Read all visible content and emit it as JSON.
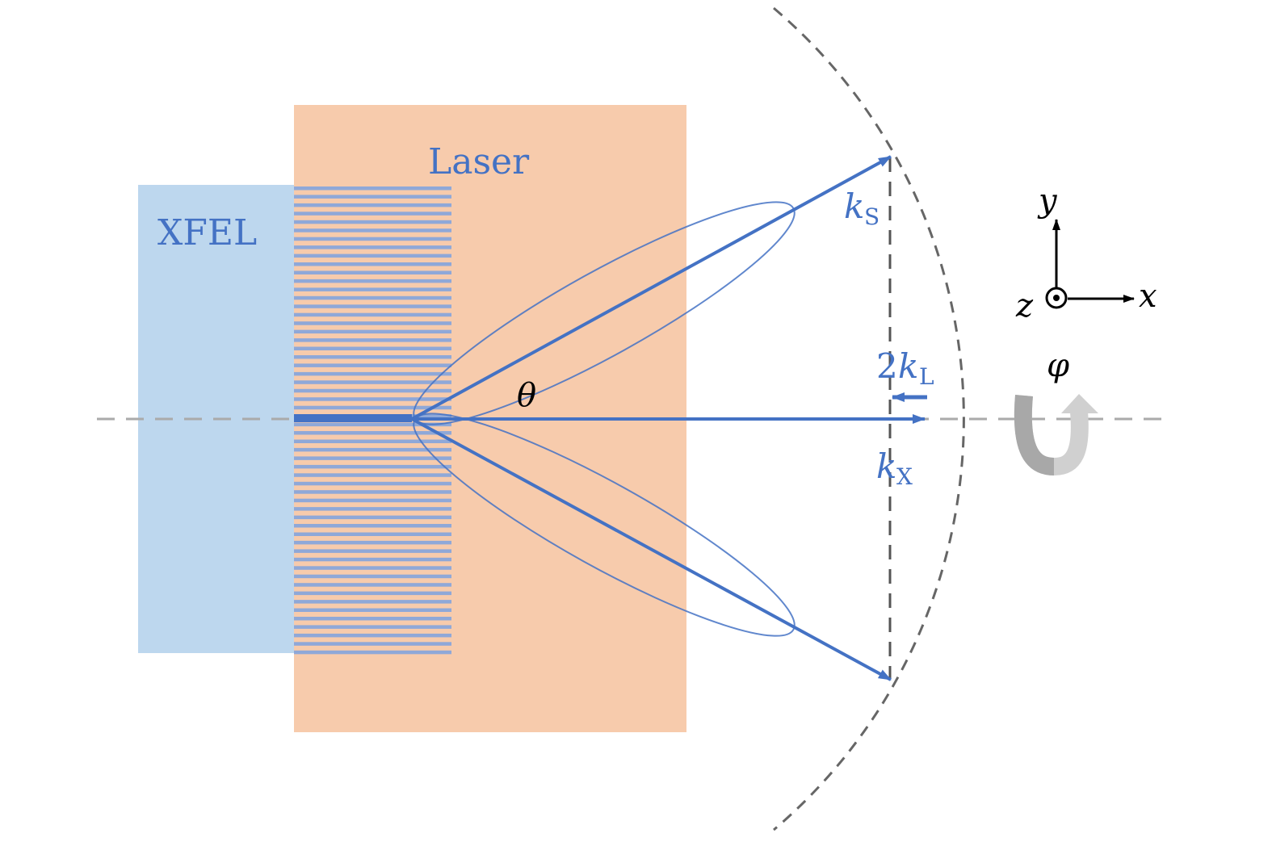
{
  "labels": {
    "xfel": "XFEL",
    "laser": "Laser",
    "ks_k": "k",
    "ks_sub": "S",
    "kx_k": "k",
    "kx_sub": "X",
    "kl_2": "2",
    "kl_k": "k",
    "kl_sub": "L",
    "theta": "θ",
    "phi": "φ",
    "axis_x": "x",
    "axis_y": "y",
    "axis_z": "z"
  },
  "colors": {
    "xfel": "#bdd7ee",
    "laser": "#f7cbac",
    "beam": "#4472c4",
    "stripe": "#8fa8d8",
    "dashed": "#666666"
  }
}
